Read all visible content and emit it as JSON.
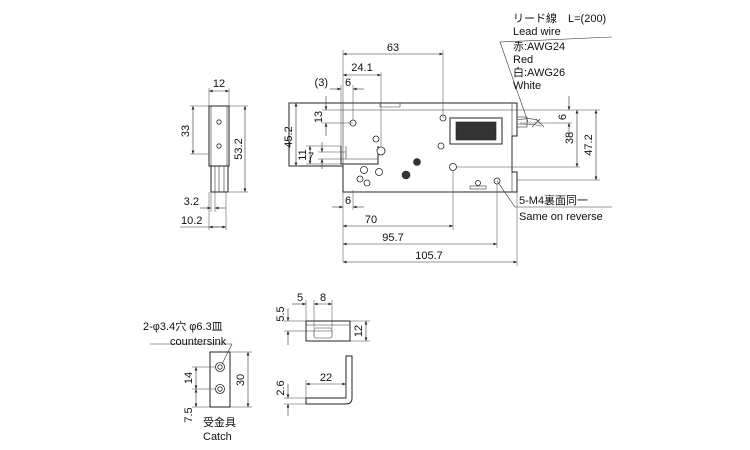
{
  "front_view": {
    "dims": {
      "d63": "63",
      "d24_1": "24.1",
      "d3": "(3)",
      "d6_top": "6",
      "d13": "13",
      "d45_2": "45.2",
      "d11": "11",
      "d7": "7",
      "d6_bottom": "6",
      "d70": "70",
      "d95_7": "95.7",
      "d105_7": "105.7",
      "d6_right": "6",
      "d38": "38",
      "d47_2": "47.2"
    },
    "lead_wire": {
      "jp": "リード線　L=(200)",
      "en": "Lead wire",
      "red_jp": "赤:AWG24",
      "red_en": "Red",
      "white_jp": "白:AWG26",
      "white_en": "White"
    },
    "m4_note": {
      "jp": "5-M4裏面同一",
      "en": "Same on reverse"
    }
  },
  "side_view": {
    "dims": {
      "d12": "12",
      "d33": "33",
      "d53_2": "53.2",
      "d3_2": "3.2",
      "d10_2": "10.2"
    }
  },
  "catch": {
    "hole_note_jp": "2-φ3.4穴 φ6.3皿",
    "hole_note_en": "countersink",
    "label_jp": "受金具",
    "label_en": "Catch",
    "dims": {
      "d14": "14",
      "d30": "30",
      "d7_5": "7.5"
    }
  },
  "catch_side": {
    "dims": {
      "d5": "5",
      "d8": "8",
      "d5_5": "5.5",
      "d12": "12",
      "d2_6": "2.6",
      "d22": "22"
    }
  }
}
